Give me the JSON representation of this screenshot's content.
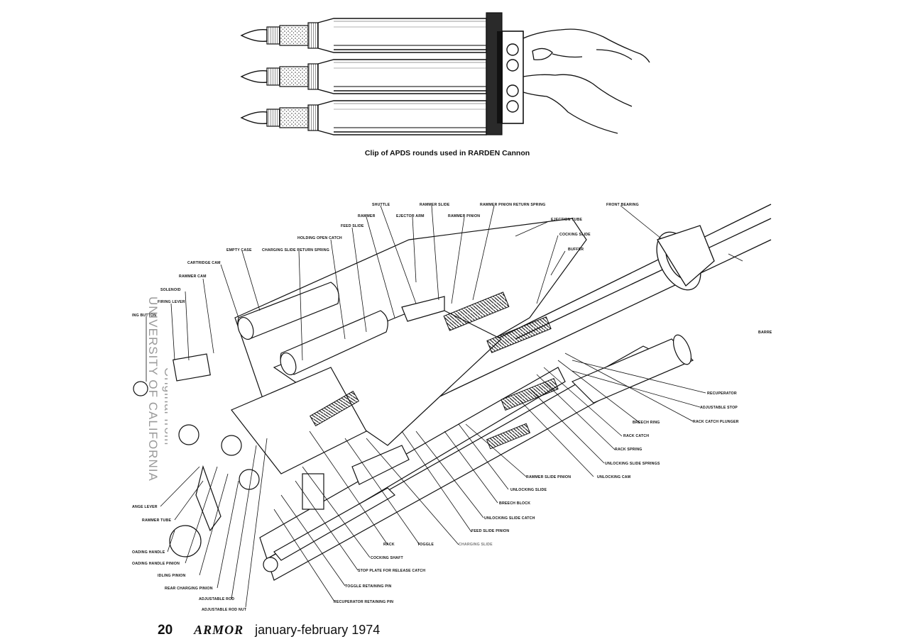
{
  "clip_figure": {
    "caption": "Clip of APDS rounds used in RARDEN Cannon"
  },
  "cannon_figure": {
    "labels": {
      "shuttle": "SHUTTLE",
      "rammer_slide": "RAMMER SLIDE",
      "rammer_pinion_return_spring": "RAMMER PINION RETURN SPRING",
      "front_bearing": "FRONT BEARING",
      "rammer": "RAMMER",
      "ejector_arm": "EJECTOR ARM",
      "rammer_pinion": "RAMMER PINION",
      "ejection_tube": "EJECTION TUBE",
      "feed_slide": "FEED SLIDE",
      "cocking_slide": "COCKING SLIDE",
      "holding_open_catch": "HOLDING OPEN CATCH",
      "buffer": "BUFFER",
      "empty_case": "EMPTY CASE",
      "charging_slide_return_spring": "CHARGING SLIDE RETURN SPRING",
      "cartridge_cam": "CARTRIDGE CAM",
      "rammer_cam": "RAMMER CAM",
      "solenoid": "SOLENOID",
      "firing_lever": "FIRING LEVER",
      "firing_button": "ING BUTTON",
      "barrel": "BARRE",
      "recuperator": "RECUPERATOR",
      "adjustable_stop": "ADJUSTABLE STOP",
      "rack_catch_plunger": "RACK CATCH PLUNGER",
      "breech_ring": "BREECH RING",
      "rack_catch": "RACK CATCH",
      "rack_spring": "RACK SPRING",
      "unlocking_slide_springs": "UNLOCKING SLIDE SPRINGS",
      "rammer_slide_pinion": "RAMMER SLIDE PINION",
      "unlocking_cam": "UNLOCKING CAM",
      "unlocking_slide": "UNLOCKING SLIDE",
      "breech_block": "BREECH BLOCK",
      "unlocking_slide_catch": "UNLOCKING SLIDE CATCH",
      "feed_slide_pinion": "FEED SLIDE PINION",
      "charging_slide": "CHARGING SLIDE",
      "rack": "RACK",
      "toggle": "TOGGLE",
      "cocking_shaft": "COCKING SHAFT",
      "stop_plate_for_release_catch": "STOP PLATE FOR RELEASE CATCH",
      "toggle_retaining_pin": "TOGGLE RETAINING PIN",
      "recuperator_retaining_pin": "RECUPERATOR RETAINING PIN",
      "change_lever": "ANGE LEVER",
      "rammer_tube": "RAMMER TUBE",
      "loading_handle": "OADING HANDLE",
      "loading_handle_pinion": "OADING HANDLE PINION",
      "idling_pinion": "IDLING PINION",
      "rear_charging_pinion": "REAR CHARGING PINION",
      "adjustable_rod": "ADJUSTABLE ROD",
      "adjustable_rod_nut": "ADJUSTABLE ROD NUT"
    }
  },
  "watermark": {
    "line1": "UNIVERSITY OF CALIFORNIA",
    "line2": "Original from"
  },
  "footer": {
    "page_number": "20",
    "magazine_name": "ARMOR",
    "issue_date": "january-february 1974"
  }
}
